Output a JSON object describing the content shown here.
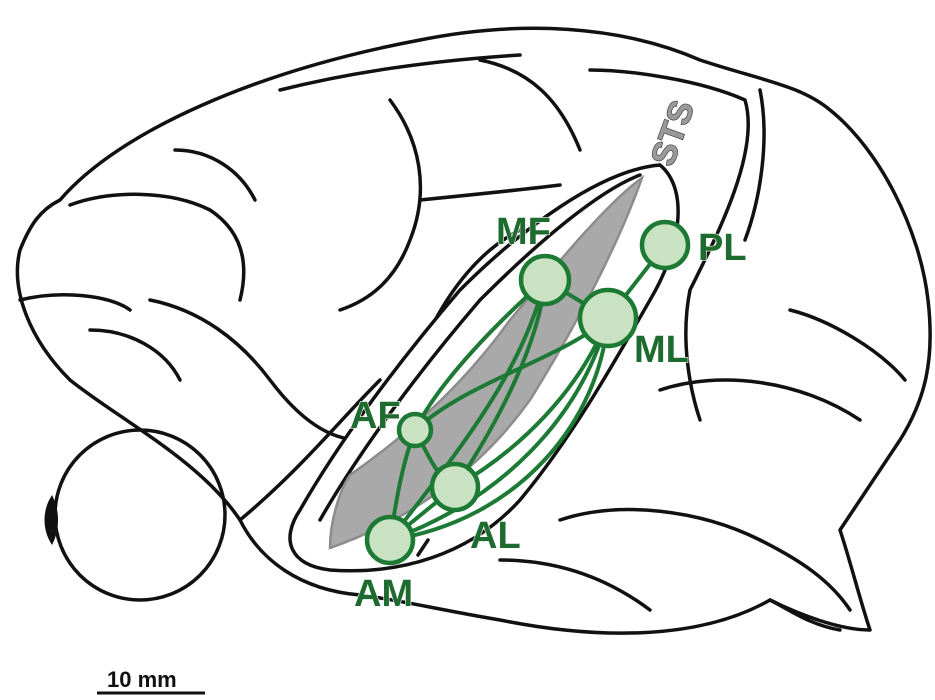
{
  "sulcus_label": "STS",
  "patches": {
    "MF": "MF",
    "PL": "PL",
    "ML": "ML",
    "AF": "AF",
    "AL": "AL",
    "AM": "AM"
  },
  "scale_bar": {
    "label": "10 mm"
  },
  "colors": {
    "patch_stroke": "#1d7a34",
    "patch_fill": "#c9e3c2",
    "sulcus_region": "#a9a9a9",
    "outline": "#111111"
  }
}
